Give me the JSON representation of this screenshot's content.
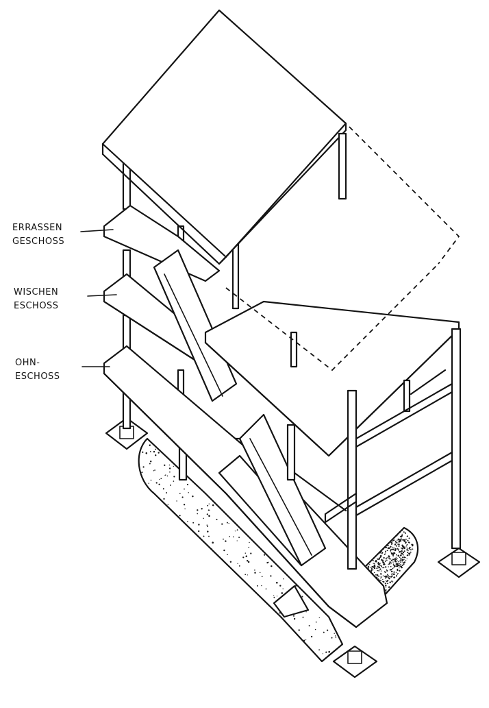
{
  "labels": {
    "terrace": {
      "line1": "ERRASSEN",
      "line2": "GESCHOSS"
    },
    "mezzanine": {
      "line1": "WISCHEN",
      "line2": "ESCHOSS"
    },
    "living": {
      "line1": "OHN-",
      "line2": "ESCHOSS"
    }
  },
  "colors": {
    "ink": "#141414",
    "paper": "#ffffff",
    "stipple": "#1a1a1a"
  }
}
